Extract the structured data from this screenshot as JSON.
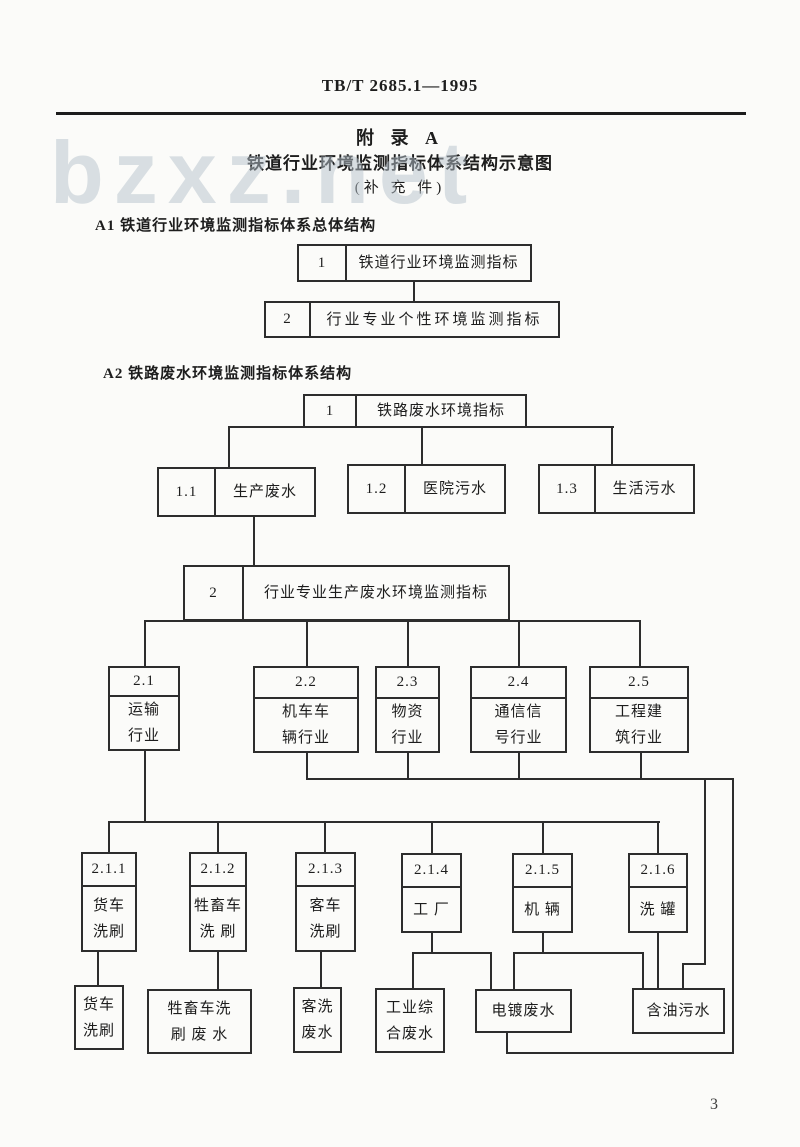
{
  "page": {
    "header_code": "TB/T 2685.1—1995",
    "page_number": "3",
    "watermark": "bzxz.net"
  },
  "titles": {
    "appendix": "附 录 A",
    "main": "铁道行业环境监测指标体系结构示意图",
    "supplement": "(补 充 件)"
  },
  "colors": {
    "ink": "#1d1d1d",
    "line": "#2d2d2d",
    "paper": "#fbfbf9",
    "watermark": "#b7c3cc"
  },
  "a1": {
    "heading": "A1 铁道行业环境监测指标体系总体结构",
    "box1": {
      "num": "1",
      "label": "铁道行业环境监测指标"
    },
    "box2": {
      "num": "2",
      "label": "行业专业个性环境监测指标"
    }
  },
  "a2": {
    "heading": "A2 铁路废水环境监测指标体系结构",
    "root": {
      "num": "1",
      "label": "铁路废水环境指标"
    },
    "l1": [
      {
        "num": "1.1",
        "label": "生产废水"
      },
      {
        "num": "1.2",
        "label": "医院污水"
      },
      {
        "num": "1.3",
        "label": "生活污水"
      }
    ],
    "root2": {
      "num": "2",
      "label": "行业专业生产废水环境监测指标"
    },
    "l2": [
      {
        "num": "2.1",
        "label": "运输\n行业"
      },
      {
        "num": "2.2",
        "label": "机车车\n辆行业"
      },
      {
        "num": "2.3",
        "label": "物资\n行业"
      },
      {
        "num": "2.4",
        "label": "通信信\n号行业"
      },
      {
        "num": "2.5",
        "label": "工程建\n筑行业"
      }
    ],
    "l3": [
      {
        "num": "2.1.1",
        "label": "货车\n洗刷"
      },
      {
        "num": "2.1.2",
        "label": "牲畜车\n洗  刷"
      },
      {
        "num": "2.1.3",
        "label": "客车\n洗刷"
      },
      {
        "num": "2.1.4",
        "label": "工 厂"
      },
      {
        "num": "2.1.5",
        "label": "机 辆"
      },
      {
        "num": "2.1.6",
        "label": "洗 罐"
      }
    ],
    "l4": [
      {
        "label": "货车\n洗刷"
      },
      {
        "label": "牲畜车洗\n刷 废 水"
      },
      {
        "label": "客洗\n废水"
      },
      {
        "label": "工业综\n合废水"
      },
      {
        "label": "电镀废水"
      },
      {
        "label": "含油污水"
      }
    ]
  }
}
